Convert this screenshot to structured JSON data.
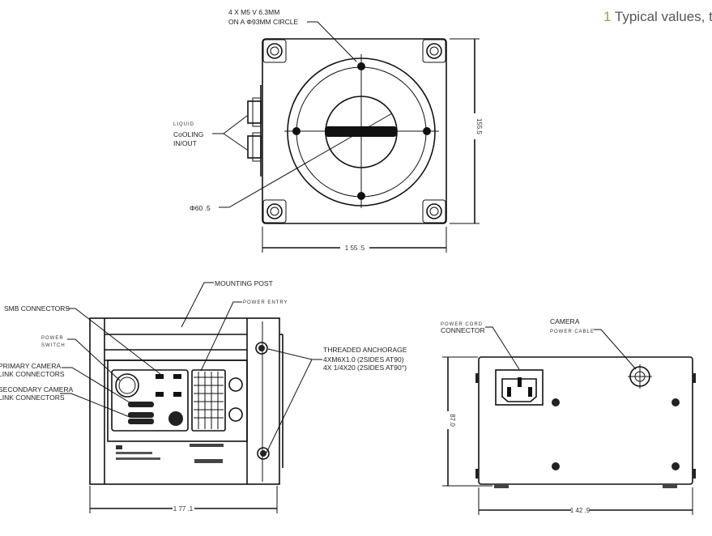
{
  "note": {
    "number": "1",
    "text": "Typical values, t"
  },
  "front_view": {
    "mount_label_1": "4 X M5 V 6.3MM",
    "mount_label_2": "ON A  Φ93MM CIRCLE",
    "cooling_1": "LIQUID",
    "cooling_2": "CoOLING",
    "cooling_3": "IN/OUT",
    "diameter": "Φ60 .5",
    "height_dim": "155.5",
    "width_dim": "1 55 .5"
  },
  "rear_view": {
    "mounting_post": "MOUNTING POST",
    "power_entry": "POWER  ENTRY",
    "smb": "SMB CONNECTORS",
    "power_switch_1": "POWER",
    "power_switch_2": "SWITCH",
    "primary_1": "PRIMARY CAMERA",
    "primary_2": "LINK CONNECTORS",
    "secondary_1": "SECONDARY CAMERA",
    "secondary_2": "LINK CONNECTORS",
    "anchorage_1": "THREADED ANCHORAGE",
    "anchorage_2": "4XM6X1.0  (2SIDES  AT90)",
    "anchorage_3": "4X  1/4X20  (2SIDES  AT90°)",
    "width_dim": "1 77 .1"
  },
  "power_supply_view": {
    "cord_1": "POWER CORD",
    "cord_2": "CONNECTOR",
    "cable_1": "CAMERA",
    "cable_2": "POWER CABLE",
    "height_dim": "87.0",
    "width_dim": "1 42 .9"
  }
}
